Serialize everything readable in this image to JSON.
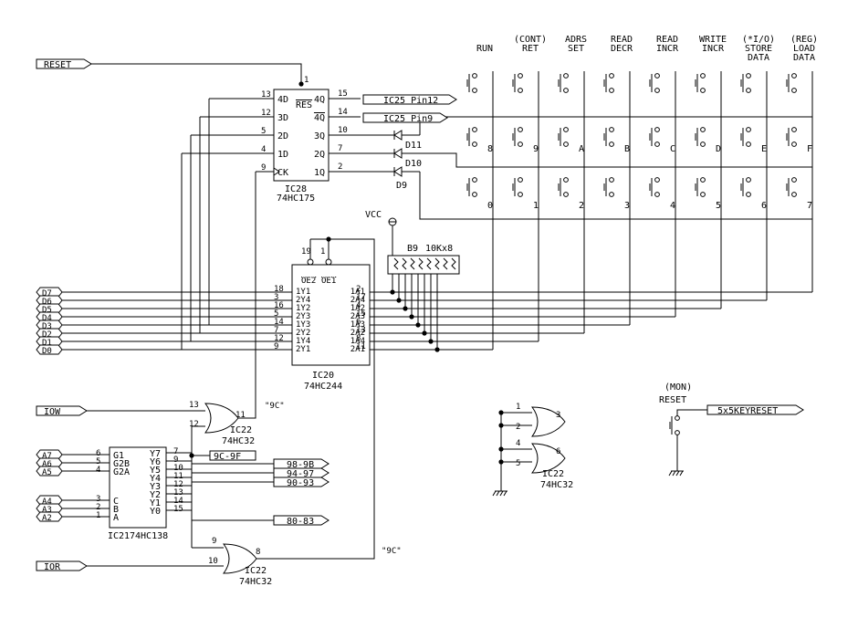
{
  "inputs": {
    "reset": "RESET",
    "iow": "IOW",
    "ior": "IOR",
    "data": [
      "D7",
      "D6",
      "D5",
      "D4",
      "D3",
      "D2",
      "D1",
      "D0"
    ],
    "addr_hi": [
      "A7",
      "A6",
      "A5"
    ],
    "addr_lo": [
      "A4",
      "A3",
      "A2"
    ]
  },
  "ic28": {
    "ref": "IC28",
    "part": "74HC175",
    "left_pins": [
      "4D",
      "3D",
      "2D",
      "1D",
      "CK"
    ],
    "left_nums": [
      "13",
      "12",
      "5",
      "4",
      "9"
    ],
    "right_pins": [
      "4Q",
      "4Q",
      "3Q",
      "2Q",
      "1Q"
    ],
    "right_nums": [
      "15",
      "14",
      "10",
      "7",
      "2"
    ],
    "res": "RES",
    "res_num": "1",
    "out_pin12": "IC25 Pin12",
    "out_pin9": "IC25 Pin9",
    "diodes": [
      "D11",
      "D10",
      "D9"
    ]
  },
  "ic20": {
    "ref": "IC20",
    "part": "74HC244",
    "oe2": "OE2",
    "oe1": "OE1",
    "oe2_num": "19",
    "oe1_num": "1",
    "left_nums": [
      "18",
      "3",
      "16",
      "5",
      "14",
      "7",
      "12",
      "9"
    ],
    "left_pins": [
      "1Y1",
      "2Y4",
      "1Y2",
      "2Y3",
      "1Y3",
      "2Y2",
      "1Y4",
      "2Y1"
    ],
    "right_pins": [
      "1A1",
      "2A4",
      "1A2",
      "2A3",
      "1A3",
      "2A2",
      "1A4",
      "2A1"
    ],
    "right_nums": [
      "2",
      "17",
      "4",
      "15",
      "6",
      "13",
      "8",
      "11"
    ]
  },
  "vcc": "VCC",
  "resnet": {
    "ref": "B9",
    "value": "10Kx8"
  },
  "keys": {
    "top_labels": [
      [
        "",
        "RUN"
      ],
      [
        "(CONT)",
        "RET"
      ],
      [
        "ADRS",
        "SET"
      ],
      [
        "READ",
        "DECR"
      ],
      [
        "READ",
        "INCR"
      ],
      [
        "WRITE",
        "INCR"
      ],
      [
        "(*I/O)",
        "STORE",
        "DATA"
      ],
      [
        "(REG)",
        "LOAD",
        "DATA"
      ]
    ],
    "row2": [
      "8",
      "9",
      "A",
      "B",
      "C",
      "D",
      "E",
      "F"
    ],
    "row3": [
      "0",
      "1",
      "2",
      "3",
      "4",
      "5",
      "6",
      "7"
    ]
  },
  "gate_top": {
    "ref": "IC22",
    "part": "74HC32",
    "in1": "13",
    "in2": "12",
    "out": "11",
    "tag": "\"9C\""
  },
  "gate_bot": {
    "ref": "IC22",
    "part": "74HC32",
    "in1": "9",
    "in2": "10",
    "out": "8",
    "tag": "\"9C\""
  },
  "ic21": {
    "ref": "IC21",
    "part": "74HC138",
    "left_pins": [
      "G1",
      "G2B",
      "G2A",
      "C",
      "B",
      "A"
    ],
    "left_nums": [
      "6",
      "5",
      "4",
      "3",
      "2",
      "1"
    ],
    "right_pins": [
      "Y7",
      "Y6",
      "Y5",
      "Y4",
      "Y3",
      "Y2",
      "Y1",
      "Y0"
    ],
    "right_nums": [
      "7",
      "9",
      "10",
      "11",
      "12",
      "13",
      "14",
      "15"
    ],
    "outs": [
      "9C-9F",
      "98-9B",
      "94-97",
      "90-93",
      "80-83"
    ]
  },
  "gate_unused": {
    "ref": "IC22",
    "part": "74HC32",
    "n1": "1",
    "n2": "2",
    "n3": "3",
    "n4": "4",
    "n5": "5",
    "n6": "6"
  },
  "mon_reset": {
    "line1": "(MON)",
    "line2": "RESET",
    "net": "5x5KEYRESET"
  }
}
